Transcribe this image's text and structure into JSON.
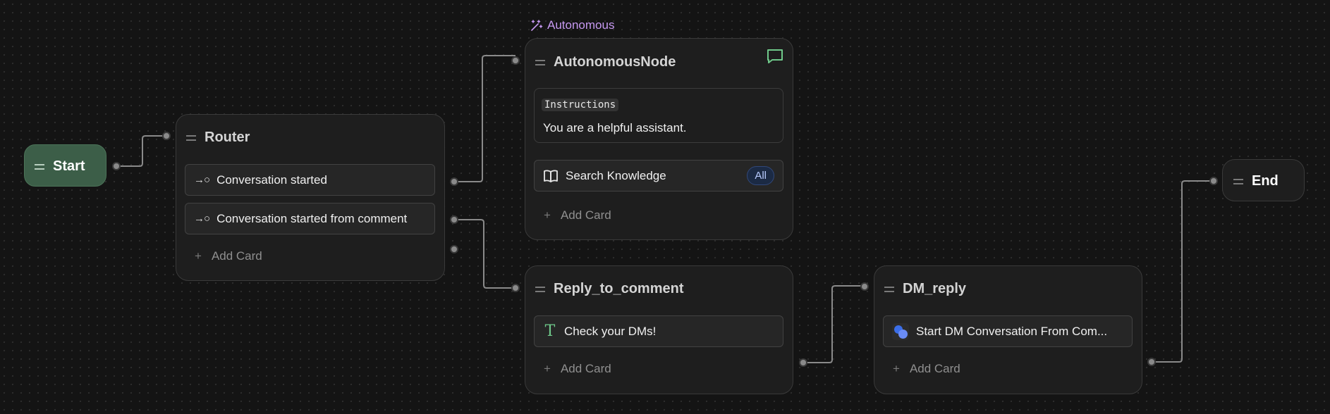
{
  "nodes": {
    "start": {
      "title": "Start"
    },
    "router": {
      "title": "Router",
      "cards": [
        "Conversation started",
        "Conversation started from comment"
      ],
      "add_card": "Add Card"
    },
    "autonomous": {
      "badge": "Autonomous",
      "title": "AutonomousNode",
      "instructions_label": "Instructions",
      "instructions_text": "You are a helpful assistant.",
      "search_card": "Search Knowledge",
      "search_pill": "All",
      "add_card": "Add Card"
    },
    "reply": {
      "title": "Reply_to_comment",
      "card": "Check your DMs!",
      "add_card": "Add Card"
    },
    "dm_reply": {
      "title": "DM_reply",
      "card": "Start DM Conversation From Com...",
      "add_card": "Add Card"
    },
    "end": {
      "title": "End"
    }
  },
  "colors": {
    "canvas": "#141414",
    "start_node": "#3c5e48",
    "autonomous_accent": "#c79af2",
    "chat_icon": "#6fc98a",
    "pill_text": "#b9ccff"
  },
  "icons": {
    "drag": "drag-handle-icon",
    "trigger": "trigger-arrow-icon",
    "wand": "magic-wand-icon",
    "chat": "chat-bubble-icon",
    "book": "book-icon",
    "text": "text-icon",
    "messenger": "messenger-icon",
    "plus": "plus-icon"
  }
}
